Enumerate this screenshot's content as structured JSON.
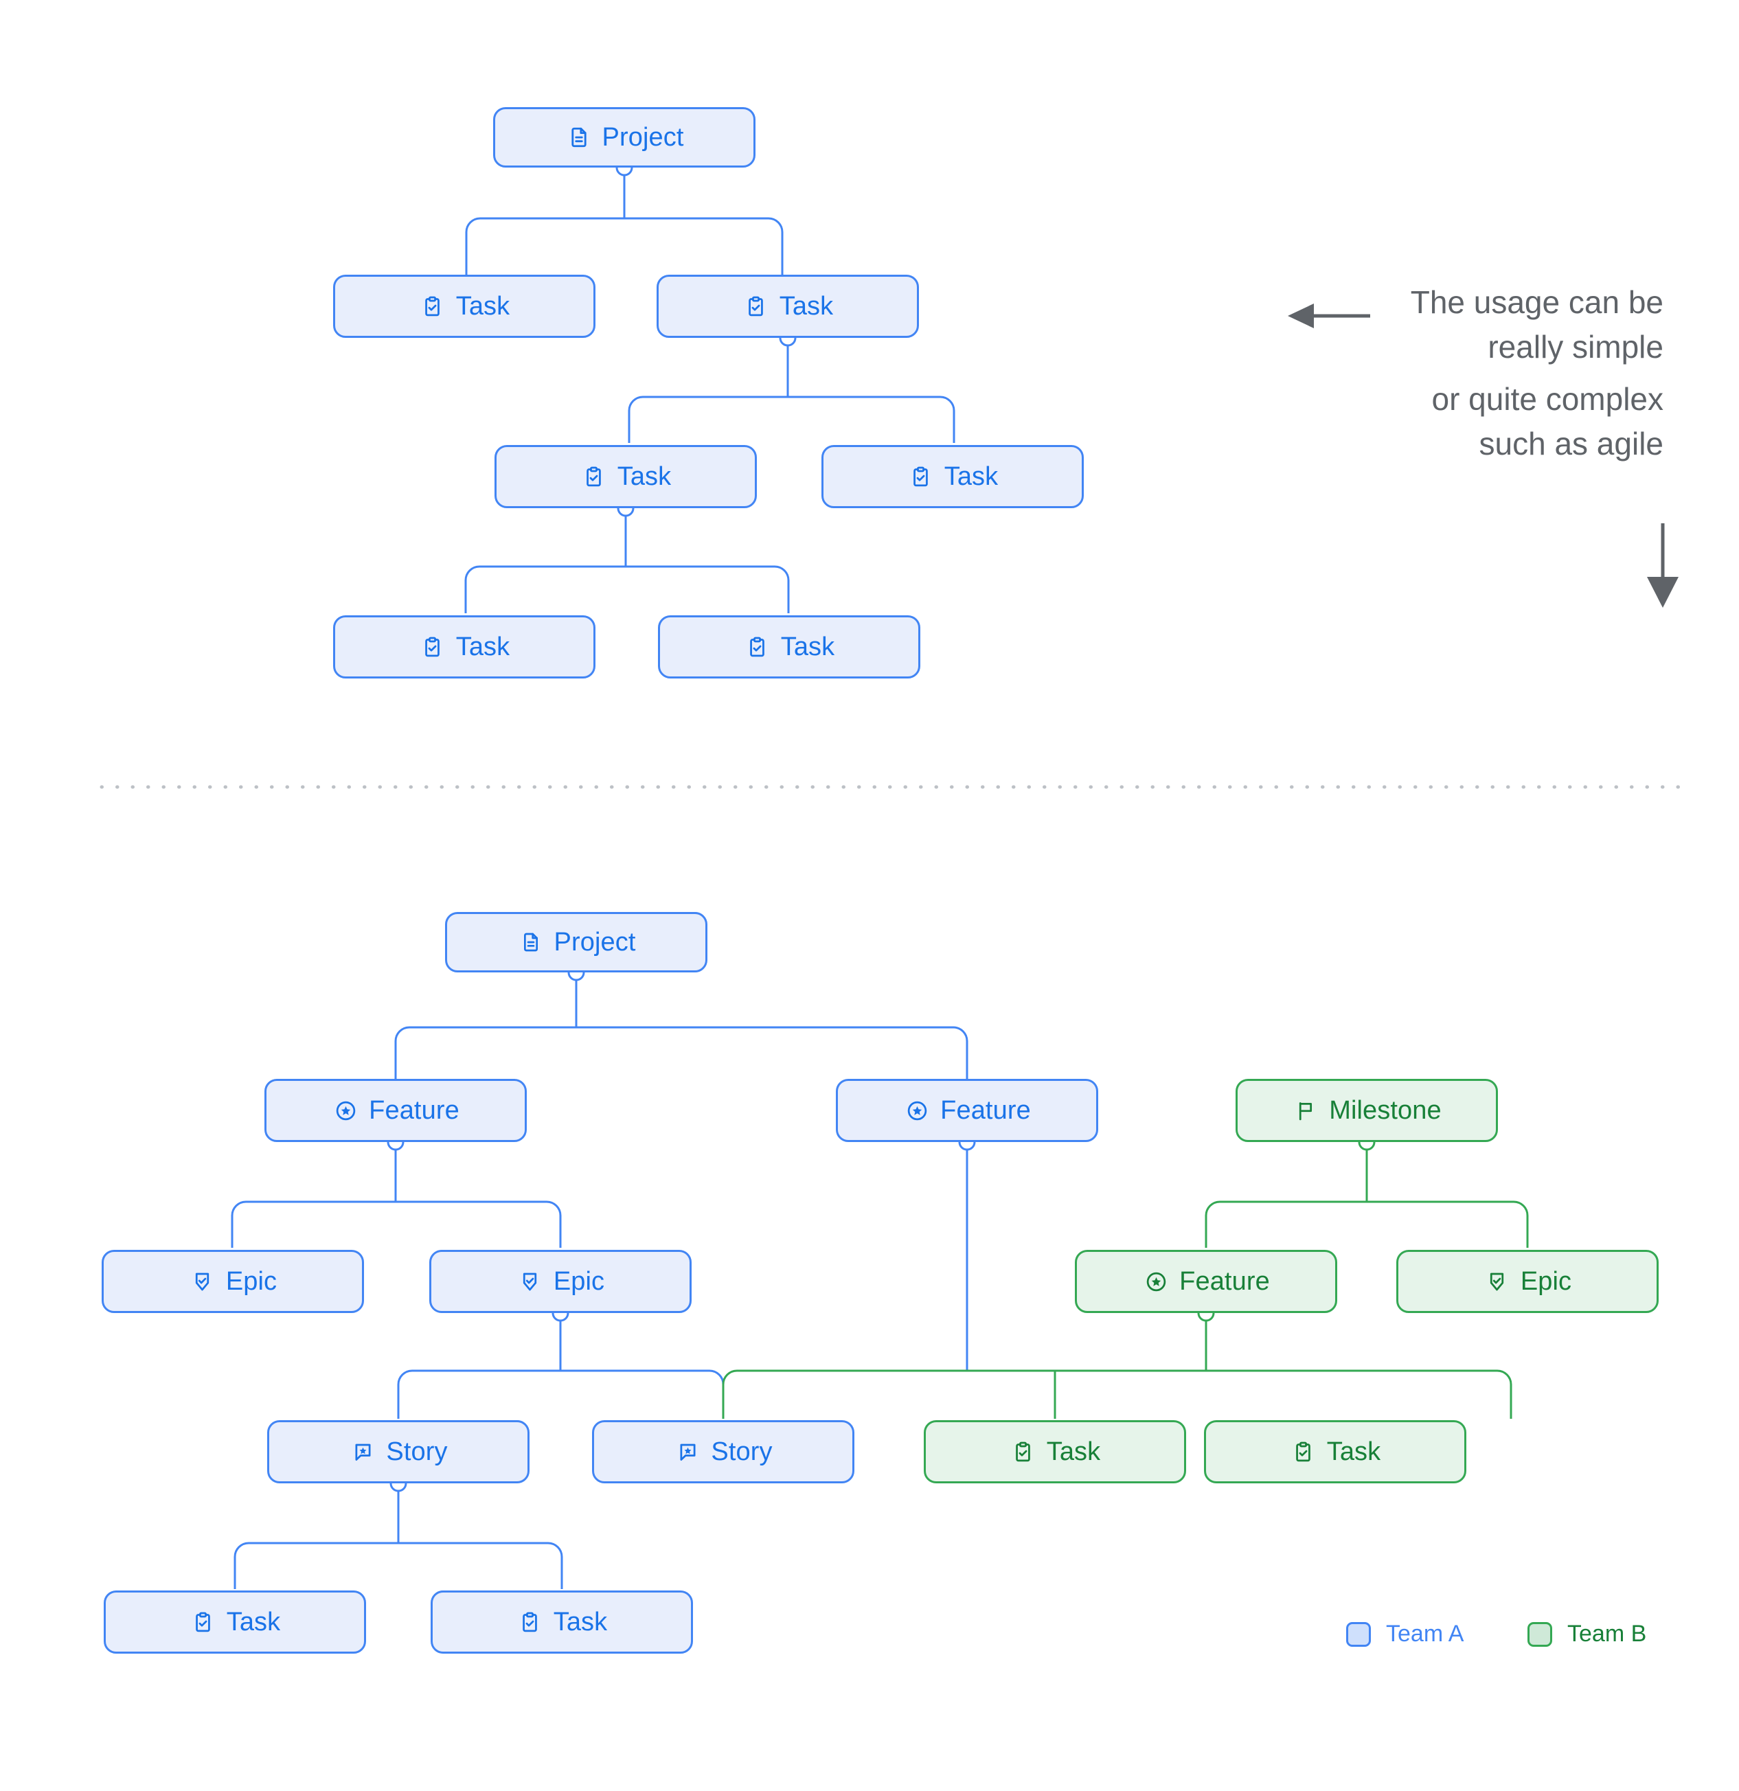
{
  "annotation": {
    "line1": "The usage can be",
    "line2": "really simple",
    "line3": "or quite complex",
    "line4": "such as agile",
    "left_arrow_icon": "arrow-left-icon",
    "down_arrow_icon": "arrow-down-icon"
  },
  "legend": {
    "items": [
      {
        "label": "Team A",
        "color": "#4285f4",
        "fill": "#cfe0fc"
      },
      {
        "label": "Team B",
        "color": "#34a853",
        "fill": "#cfe9d8"
      }
    ]
  },
  "colors": {
    "team_a_border": "#4285f4",
    "team_a_fill": "#e8eefc",
    "team_a_text": "#1a73e8",
    "team_b_border": "#34a853",
    "team_b_fill": "#e6f4ea",
    "team_b_text": "#188038",
    "annotation_text": "#5f6368",
    "divider": "#bdc1c6"
  },
  "diagram_simple": {
    "nodes": [
      {
        "id": "s0",
        "label": "Project",
        "icon": "document-icon",
        "team": "A"
      },
      {
        "id": "s1",
        "label": "Task",
        "icon": "task-icon",
        "team": "A"
      },
      {
        "id": "s2",
        "label": "Task",
        "icon": "task-icon",
        "team": "A"
      },
      {
        "id": "s3",
        "label": "Task",
        "icon": "task-icon",
        "team": "A"
      },
      {
        "id": "s4",
        "label": "Task",
        "icon": "task-icon",
        "team": "A"
      },
      {
        "id": "s5",
        "label": "Task",
        "icon": "task-icon",
        "team": "A"
      },
      {
        "id": "s6",
        "label": "Task",
        "icon": "task-icon",
        "team": "A"
      }
    ]
  },
  "diagram_complex": {
    "nodes": [
      {
        "id": "c0",
        "label": "Project",
        "icon": "document-icon",
        "team": "A"
      },
      {
        "id": "c1",
        "label": "Feature",
        "icon": "feature-icon",
        "team": "A"
      },
      {
        "id": "c2",
        "label": "Feature",
        "icon": "feature-icon",
        "team": "A"
      },
      {
        "id": "c3",
        "label": "Milestone",
        "icon": "milestone-icon",
        "team": "B"
      },
      {
        "id": "c4",
        "label": "Epic",
        "icon": "epic-icon",
        "team": "A"
      },
      {
        "id": "c5",
        "label": "Epic",
        "icon": "epic-icon",
        "team": "A"
      },
      {
        "id": "c6",
        "label": "Feature",
        "icon": "feature-icon",
        "team": "B"
      },
      {
        "id": "c7",
        "label": "Epic",
        "icon": "epic-icon",
        "team": "B"
      },
      {
        "id": "c8",
        "label": "Story",
        "icon": "story-icon",
        "team": "A"
      },
      {
        "id": "c9",
        "label": "Story",
        "icon": "story-icon",
        "team": "A"
      },
      {
        "id": "c10",
        "label": "Task",
        "icon": "task-icon",
        "team": "B"
      },
      {
        "id": "c11",
        "label": "Task",
        "icon": "task-icon",
        "team": "B"
      },
      {
        "id": "c12",
        "label": "Task",
        "icon": "task-icon",
        "team": "A"
      },
      {
        "id": "c13",
        "label": "Task",
        "icon": "task-icon",
        "team": "A"
      }
    ]
  }
}
